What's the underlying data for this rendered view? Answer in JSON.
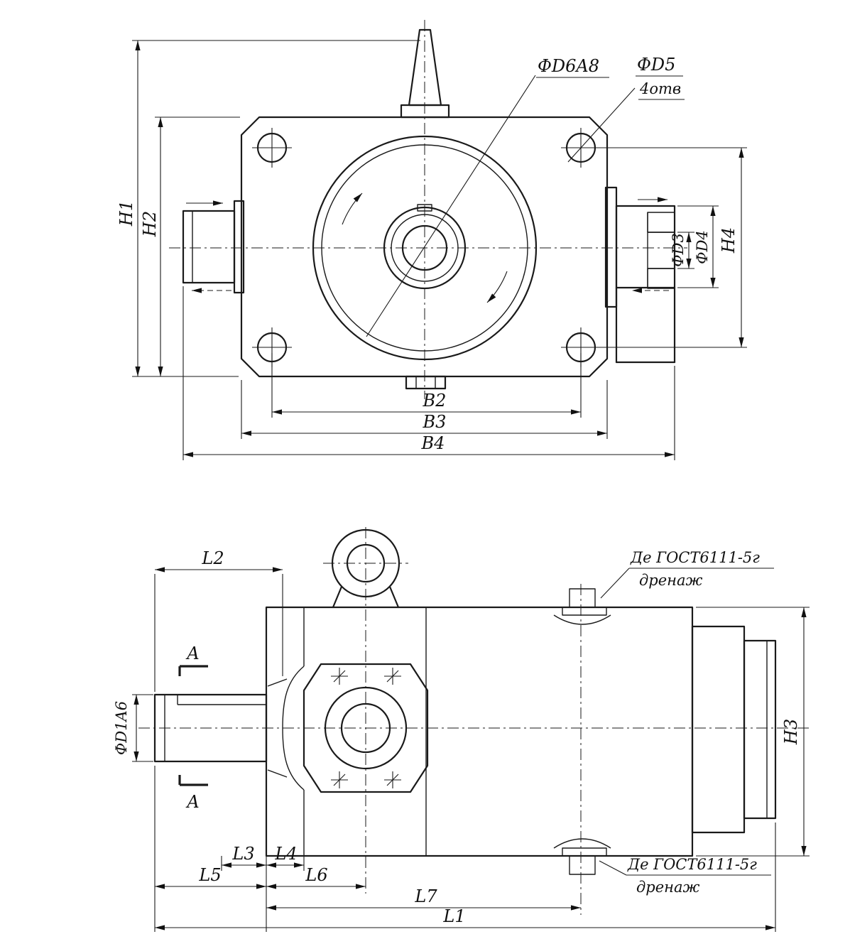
{
  "drawing": {
    "background": "#ffffff",
    "ink": "#1a1a1a",
    "type": "technical drawing, hydraulic pump, two views with dimensions"
  },
  "top_view": {
    "dims": {
      "h1": "H1",
      "h2": "H2",
      "h4": "H4",
      "b2": "B2",
      "b3": "B3",
      "b4": "B4"
    },
    "callouts": {
      "center_bore": "ФD6A8",
      "mount_holes_dia": "ФD5",
      "mount_holes_count": "4отв",
      "port_bore_dia": "ФD3",
      "port_outer_dia": "ФD4"
    }
  },
  "side_view": {
    "dims": {
      "l1": "L1",
      "l2": "L2",
      "l3": "L3",
      "l4": "L4",
      "l5": "L5",
      "l6": "L6",
      "l7": "L7",
      "h3": "H3",
      "shaft_dia": "ФD1A6"
    },
    "callouts": {
      "section_label_top": "A",
      "section_label_bottom": "A",
      "drain_top_spec": "Де ГОСТ6111-5г",
      "drain_top_note": "дренаж",
      "drain_bottom_spec": "Де ГОСТ6111-5г",
      "drain_bottom_note": "дренаж"
    }
  }
}
